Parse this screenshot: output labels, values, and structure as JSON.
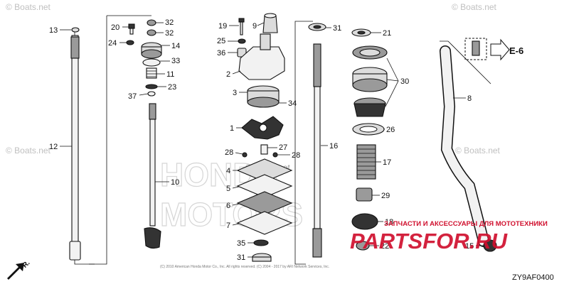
{
  "diagram_code": "ZY9AF0400",
  "reference_label": "E-6",
  "watermarks": {
    "boats": "© Boats.net",
    "banner_text": "ЗАПЧАСТИ И АКСЕССУАРЫ ДЛЯ МОТОТЕХНИКИ",
    "logo_text": "PARTSFOR.RU",
    "bg_word_1": "HONDA",
    "bg_word_2": "MOTORS"
  },
  "fr_label": "FR.",
  "footer_copyright": "(C) 2010 American Honda Motor Co., Inc. All rights reserved. (C) 2004 - 2017 by ARI Network Services, Inc.",
  "callouts": [
    "13",
    "12",
    "20",
    "24",
    "32",
    "32",
    "14",
    "33",
    "11",
    "23",
    "37",
    "10",
    "19",
    "25",
    "36",
    "2",
    "3",
    "34",
    "1",
    "28",
    "27",
    "28",
    "4",
    "5",
    "6",
    "7",
    "35",
    "31",
    "9",
    "9",
    "31",
    "16",
    "21",
    "30",
    "26",
    "17",
    "29",
    "18",
    "22",
    "8",
    "15"
  ],
  "colors": {
    "ink": "#111111",
    "banner_red": "#d0102e",
    "watermark_gray": "#b5b5b5"
  }
}
